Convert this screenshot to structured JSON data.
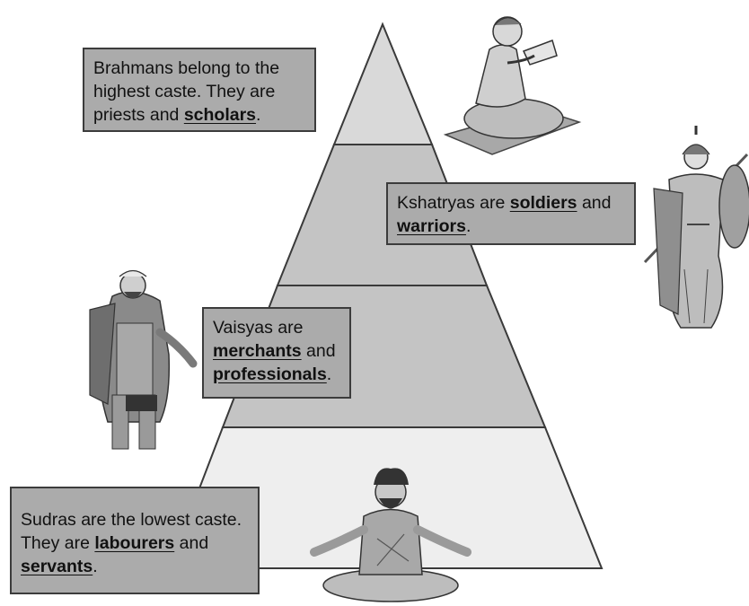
{
  "pyramid": {
    "tiers": [
      {
        "name": "brahmans",
        "fill": "#d9d9d9"
      },
      {
        "name": "kshatryas",
        "fill": "#c4c4c4"
      },
      {
        "name": "vaisyas",
        "fill": "#c4c4c4"
      },
      {
        "name": "sudras",
        "fill": "#eeeeee"
      }
    ],
    "outline": "#3a3a3a"
  },
  "captions": {
    "brahmans": {
      "pre": "Brahmans belong to the highest caste. They are priests and ",
      "b1": "scholars",
      "post": "."
    },
    "kshatryas": {
      "pre": "Kshatryas are ",
      "b1": "soldiers",
      "mid": " and ",
      "b2": "warriors",
      "post": "."
    },
    "vaisyas": {
      "pre": "Vaisyas are ",
      "b1": "merchants",
      "mid": " and ",
      "b2": "professionals",
      "post": "."
    },
    "sudras": {
      "pre": "Sudras are the lowest caste. They are ",
      "b1": "labourers",
      "mid": " and ",
      "b2": "servants",
      "post": "."
    }
  },
  "figures": [
    {
      "name": "brahman-scholar-figure",
      "icon": "seated-reader"
    },
    {
      "name": "kshatrya-warrior-figure",
      "icon": "armored-soldier"
    },
    {
      "name": "vaisya-merchant-figure",
      "icon": "robed-merchant"
    },
    {
      "name": "sudra-labourer-figure",
      "icon": "meditating-man"
    }
  ]
}
